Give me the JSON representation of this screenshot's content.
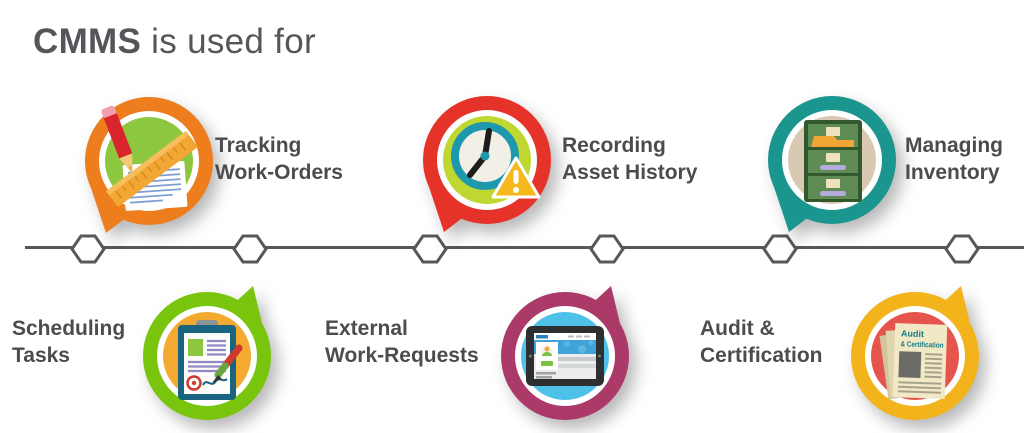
{
  "title": {
    "bold": "CMMS",
    "rest": " is used for"
  },
  "colors": {
    "title_text": "#55565A",
    "label_text": "#4B4C4E",
    "timeline_line": "#57585A",
    "hexagon_fill": "#FFFFFF"
  },
  "timeline": {
    "node_count": 6
  },
  "badges": [
    {
      "id": "tracking-work-orders",
      "lines": [
        "Tracking",
        "Work-Orders"
      ],
      "icon": "pencil-ruler-document-icon",
      "ring_color": "#EE7D1E",
      "inner_color": "#8DC63F"
    },
    {
      "id": "recording-asset-history",
      "lines": [
        "Recording",
        "Asset History"
      ],
      "icon": "clock-alert-icon",
      "ring_color": "#E5332A",
      "inner_color": "#BFD730"
    },
    {
      "id": "managing-inventory",
      "lines": [
        "Managing",
        "Inventory"
      ],
      "icon": "filing-cabinet-icon",
      "ring_color": "#1B968F",
      "inner_color": "#D9C8B2"
    },
    {
      "id": "scheduling-tasks",
      "lines": [
        "Scheduling",
        "Tasks"
      ],
      "icon": "clipboard-pen-icon",
      "ring_color": "#79C50E",
      "inner_color": "#F4A930"
    },
    {
      "id": "external-work-requests",
      "lines": [
        "External",
        "Work-Requests"
      ],
      "icon": "tablet-webpage-icon",
      "ring_color": "#AC3A68",
      "inner_color": "#4EC1E8"
    },
    {
      "id": "audit-certification",
      "lines": [
        "Audit &",
        "Certification"
      ],
      "icon": "stacked-documents-icon",
      "ring_color": "#F3B31B",
      "inner_color": "#E6554D",
      "document_text": {
        "line1": "Audit",
        "line2": "& Certification"
      }
    }
  ]
}
